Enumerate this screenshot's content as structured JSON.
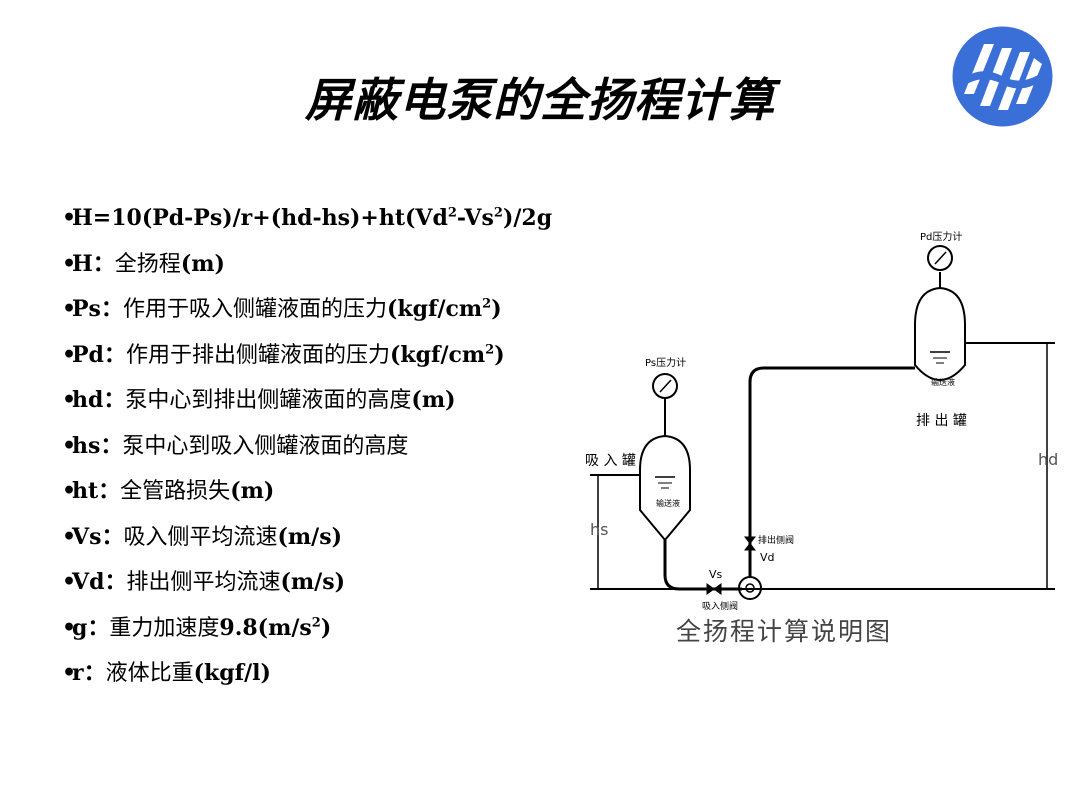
{
  "title": "屏蔽电泵的全扬程计算",
  "logo": {
    "icon": "company-logo-icon",
    "color": "#3a6fd8"
  },
  "formula": {
    "prefix": "H=10(Pd-Ps)/r+(hd-hs)+ht(Vd",
    "sup1": "2",
    "middle": "-Vs",
    "sup2": "2",
    "suffix": ")/2g"
  },
  "definitions": [
    {
      "sym": "H：",
      "desc": "全扬程",
      "unit": "(m)",
      "sup": "",
      "tail": ""
    },
    {
      "sym": "Ps：",
      "desc": "作用于吸入侧罐液面的压力",
      "unit": "(kgf/cm",
      "sup": "2",
      "tail": ")"
    },
    {
      "sym": "Pd：",
      "desc": "作用于排出侧罐液面的压力",
      "unit": "(kgf/cm",
      "sup": "2",
      "tail": ")"
    },
    {
      "sym": "hd：",
      "desc": "泵中心到排出侧罐液面的高度",
      "unit": "(m)",
      "sup": "",
      "tail": ""
    },
    {
      "sym": "hs：",
      "desc": "泵中心到吸入侧罐液面的高度",
      "unit": "",
      "sup": "",
      "tail": ""
    },
    {
      "sym": "ht：",
      "desc": "全管路损失",
      "unit": "(m)",
      "sup": "",
      "tail": ""
    },
    {
      "sym": "Vs：",
      "desc": "吸入侧平均流速",
      "unit": "(m/s)",
      "sup": "",
      "tail": ""
    },
    {
      "sym": "Vd：",
      "desc": "排出侧平均流速",
      "unit": "(m/s)",
      "sup": "",
      "tail": ""
    },
    {
      "sym": "g：",
      "desc": "重力加速度",
      "unit": "9.8(m/s",
      "sup": "2",
      "tail": ")"
    },
    {
      "sym": "r：",
      "desc": "液体比重",
      "unit": "(kgf/l)",
      "sup": "",
      "tail": ""
    }
  ],
  "diagram": {
    "ps_gauge_label": "Ps压力计",
    "pd_gauge_label": "Pd压力计",
    "suction_tank_label": "吸 入 罐",
    "discharge_tank_label": "排 出 罐",
    "suction_liquid_label": "输送液",
    "discharge_liquid_label": "输送液",
    "hs_label": "hs",
    "hd_label": "hd",
    "vs_label": "Vs",
    "vd_label": "Vd",
    "suction_valve_label": "吸入侧阀",
    "discharge_valve_label": "排出侧阀",
    "caption": "全扬程计算说明图"
  }
}
